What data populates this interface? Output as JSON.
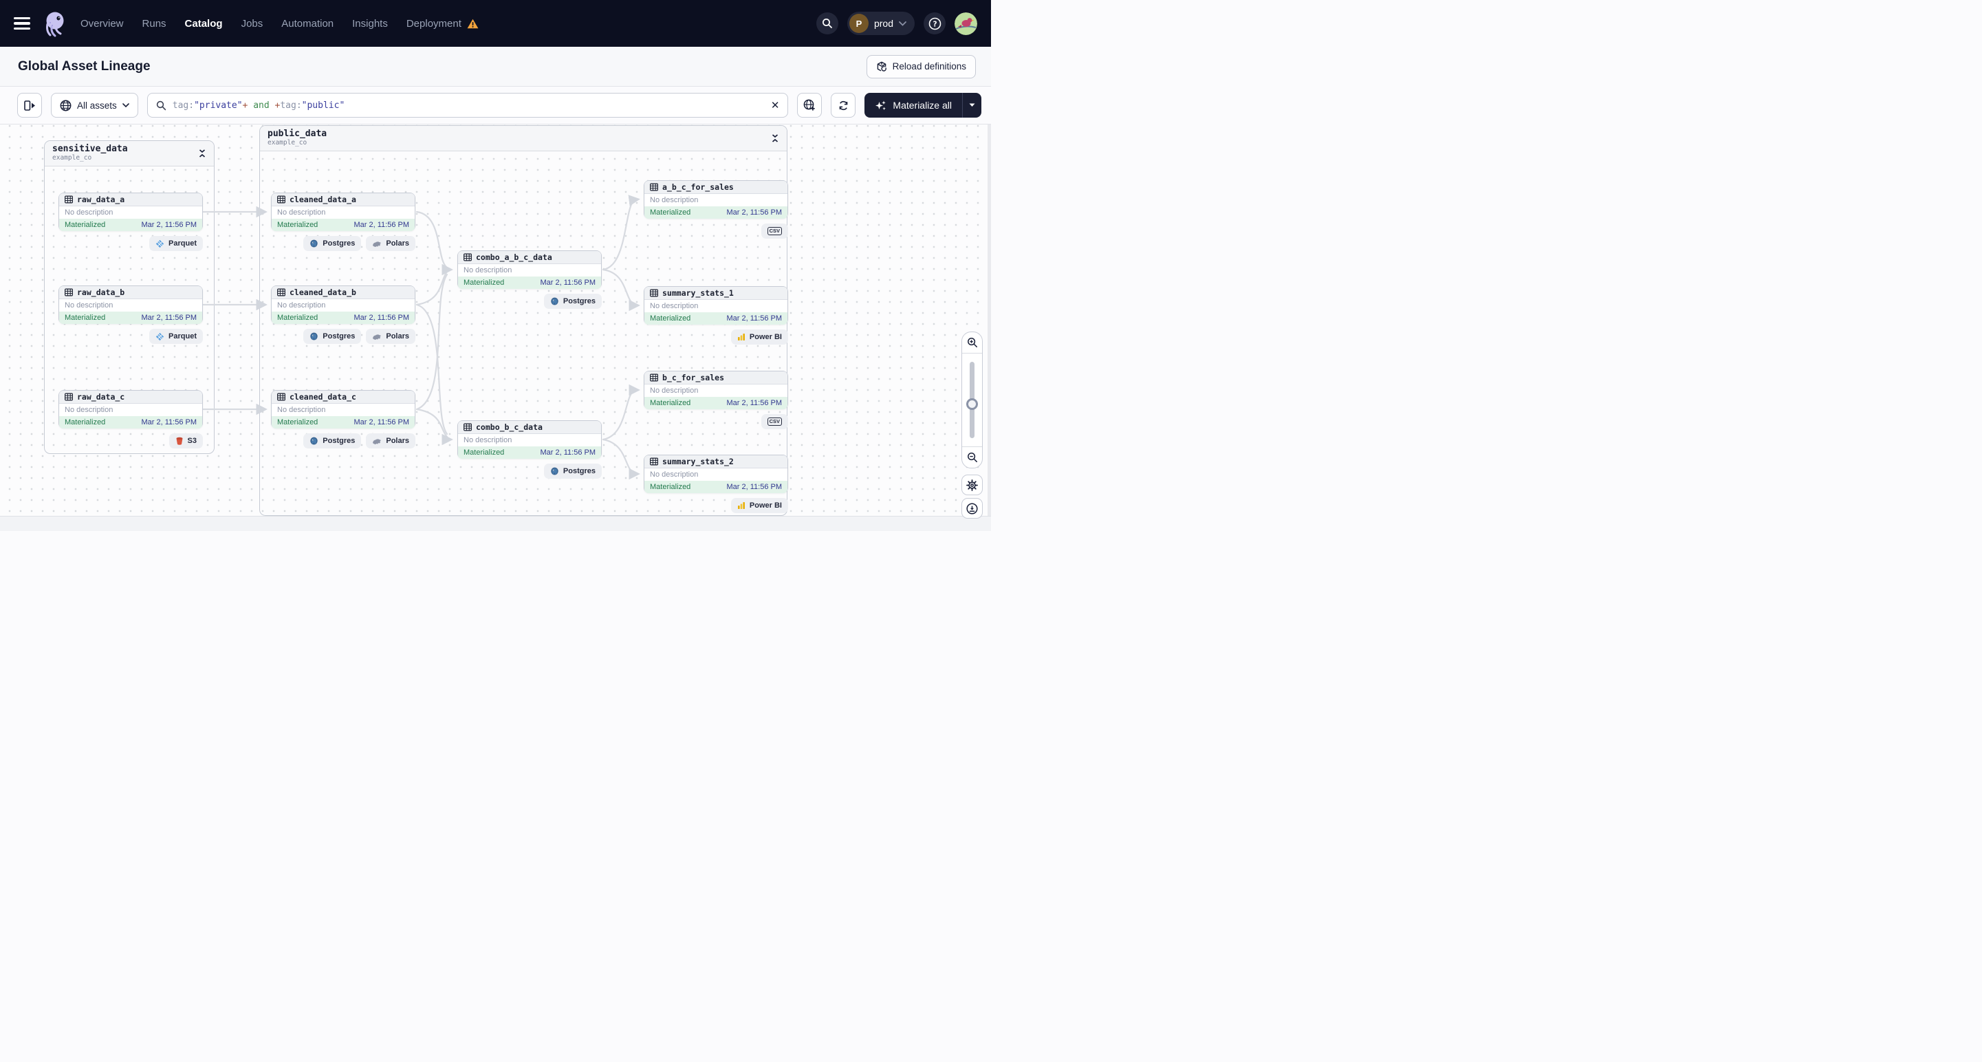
{
  "nav": {
    "items": [
      "Overview",
      "Runs",
      "Catalog",
      "Jobs",
      "Automation",
      "Insights",
      "Deployment"
    ],
    "active_item": "Catalog",
    "deployment_has_warning": true,
    "environment": {
      "initial": "P",
      "name": "prod"
    }
  },
  "header": {
    "title": "Global Asset Lineage",
    "reload_button": "Reload definitions"
  },
  "toolbar": {
    "scope": "All assets",
    "materialize_button": "Materialize all",
    "query_segments": [
      {
        "text": "tag:",
        "role": "key"
      },
      {
        "text": "\"private\"",
        "role": "string"
      },
      {
        "text": "+ ",
        "role": "op"
      },
      {
        "text": "and",
        "role": "and"
      },
      {
        "text": " +",
        "role": "op"
      },
      {
        "text": "tag:",
        "role": "key"
      },
      {
        "text": "\"public\"",
        "role": "string"
      }
    ]
  },
  "graph": {
    "groups": [
      {
        "name": "sensitive_data",
        "location": "example_co"
      },
      {
        "name": "public_data",
        "location": "example_co"
      }
    ],
    "nodes": [
      {
        "name": "raw_data_a",
        "description": "No description",
        "status": "Materialized",
        "timestamp": "Mar 2, 11:56 PM",
        "tags": [
          "Parquet"
        ]
      },
      {
        "name": "raw_data_b",
        "description": "No description",
        "status": "Materialized",
        "timestamp": "Mar 2, 11:56 PM",
        "tags": [
          "Parquet"
        ]
      },
      {
        "name": "raw_data_c",
        "description": "No description",
        "status": "Materialized",
        "timestamp": "Mar 2, 11:56 PM",
        "tags": [
          "S3"
        ]
      },
      {
        "name": "cleaned_data_a",
        "description": "No description",
        "status": "Materialized",
        "timestamp": "Mar 2, 11:56 PM",
        "tags": [
          "Postgres",
          "Polars"
        ]
      },
      {
        "name": "cleaned_data_b",
        "description": "No description",
        "status": "Materialized",
        "timestamp": "Mar 2, 11:56 PM",
        "tags": [
          "Postgres",
          "Polars"
        ]
      },
      {
        "name": "cleaned_data_c",
        "description": "No description",
        "status": "Materialized",
        "timestamp": "Mar 2, 11:56 PM",
        "tags": [
          "Postgres",
          "Polars"
        ]
      },
      {
        "name": "combo_a_b_c_data",
        "description": "No description",
        "status": "Materialized",
        "timestamp": "Mar 2, 11:56 PM",
        "tags": [
          "Postgres"
        ]
      },
      {
        "name": "combo_b_c_data",
        "description": "No description",
        "status": "Materialized",
        "timestamp": "Mar 2, 11:56 PM",
        "tags": [
          "Postgres"
        ]
      },
      {
        "name": "a_b_c_for_sales",
        "description": "No description",
        "status": "Materialized",
        "timestamp": "Mar 2, 11:56 PM",
        "tags": [
          "CSV"
        ]
      },
      {
        "name": "summary_stats_1",
        "description": "No description",
        "status": "Materialized",
        "timestamp": "Mar 2, 11:56 PM",
        "tags": [
          "Power BI"
        ]
      },
      {
        "name": "b_c_for_sales",
        "description": "No description",
        "status": "Materialized",
        "timestamp": "Mar 2, 11:56 PM",
        "tags": [
          "CSV"
        ]
      },
      {
        "name": "summary_stats_2",
        "description": "No description",
        "status": "Materialized",
        "timestamp": "Mar 2, 11:56 PM",
        "tags": [
          "Power BI"
        ]
      }
    ],
    "edges": [
      [
        "raw_data_a",
        "cleaned_data_a"
      ],
      [
        "raw_data_b",
        "cleaned_data_b"
      ],
      [
        "raw_data_c",
        "cleaned_data_c"
      ],
      [
        "cleaned_data_a",
        "combo_a_b_c_data"
      ],
      [
        "cleaned_data_b",
        "combo_a_b_c_data"
      ],
      [
        "cleaned_data_c",
        "combo_a_b_c_data"
      ],
      [
        "cleaned_data_b",
        "combo_b_c_data"
      ],
      [
        "cleaned_data_c",
        "combo_b_c_data"
      ],
      [
        "combo_a_b_c_data",
        "a_b_c_for_sales"
      ],
      [
        "combo_a_b_c_data",
        "summary_stats_1"
      ],
      [
        "combo_b_c_data",
        "b_c_for_sales"
      ],
      [
        "combo_b_c_data",
        "summary_stats_2"
      ]
    ]
  },
  "colors": {
    "nav_bg": "#0c0f20",
    "accent_dark": "#1a1e33",
    "warning": "#f2a33c",
    "materialized_bg": "#e2f3e9",
    "materialized_text": "#237a4e",
    "timestamp_text": "#32388f",
    "query_key": "#8b93a7",
    "query_string": "#3b3f9e",
    "query_op": "#a3533f",
    "query_and": "#3f8b4f"
  }
}
